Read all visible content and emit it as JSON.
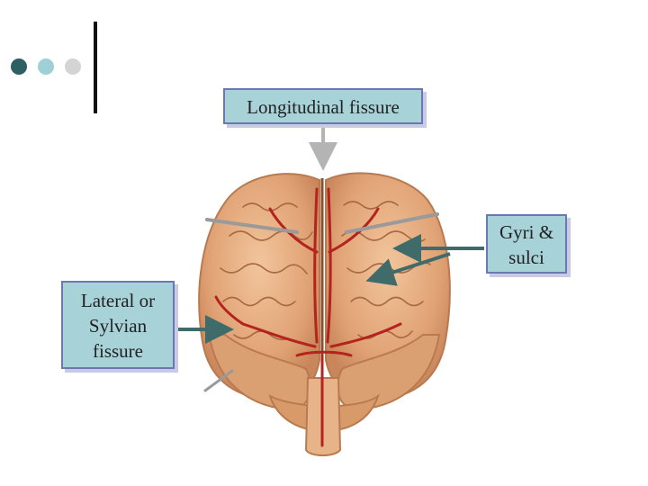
{
  "slide": {
    "decor_dots": [
      {
        "name": "dot-dark-teal",
        "color": "#2e5f63"
      },
      {
        "name": "dot-light-teal",
        "color": "#9fd0d6"
      },
      {
        "name": "dot-light-gray",
        "color": "#d4d4d4"
      }
    ]
  },
  "labels": {
    "longitudinal": "Longitudinal fissure",
    "gyri_line1": "Gyri &",
    "gyri_line2": "sulci",
    "lateral_line1": "Lateral or",
    "lateral_line2": "Sylvian",
    "lateral_line3": "fissure"
  },
  "colors": {
    "label_fill": "#a6d2d8",
    "label_border": "#6b78b4",
    "arrow_teal": "#3f6b6a",
    "arrow_gray": "#b4b4b4",
    "brain_tissue": "#e0a878",
    "artery_red": "#b4231e"
  }
}
